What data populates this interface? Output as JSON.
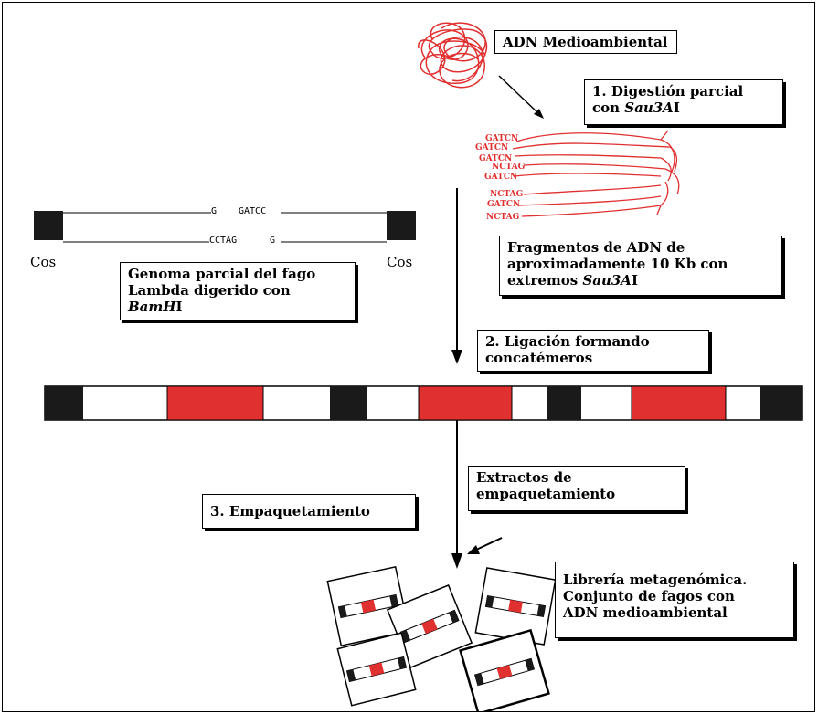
{
  "labels": {
    "env_dna": "ADN Medioambiental",
    "step1_line1": "1. Digestión parcial",
    "step1_line2_prefix": "con ",
    "step1_enzyme": "Sau3A",
    "step1_suffix": "I",
    "fragments_line1": "Fragmentos de ADN de",
    "fragments_line2": "aproximadamente 10 Kb con",
    "fragments_line3_prefix": "extremos ",
    "fragments_enzyme": "Sau3A",
    "fragments_suffix": "I",
    "genome_line1": "Genoma parcial del fago",
    "genome_line2": "Lambda digerido con",
    "genome_enzyme": "BamH",
    "genome_suffix": "I",
    "step2_line1": "2. Ligación formando",
    "step2_line2": "concatémeros",
    "extracts_line1": "Extractos de",
    "extracts_line2": "empaquetamiento",
    "step3": "3. Empaquetamiento",
    "library_line1": "Librería metagenómica.",
    "library_line2": "Conjunto de fagos con",
    "library_line3": "ADN medioambiental",
    "cos_left": "Cos",
    "cos_right": "Cos",
    "seq_top_left": "G",
    "seq_top_right": "GATCC",
    "seq_bottom_left": "CCTAG",
    "seq_bottom_right": "G"
  },
  "fragment_ends": [
    "GATCN",
    "GATCN",
    "GATCN",
    "NCTAG",
    "GATCN",
    "NCTAG",
    "GATCN",
    "NCTAG"
  ],
  "colors": {
    "insert": "#e03030",
    "cos": "#1a1a1a",
    "outline": "#000000"
  }
}
